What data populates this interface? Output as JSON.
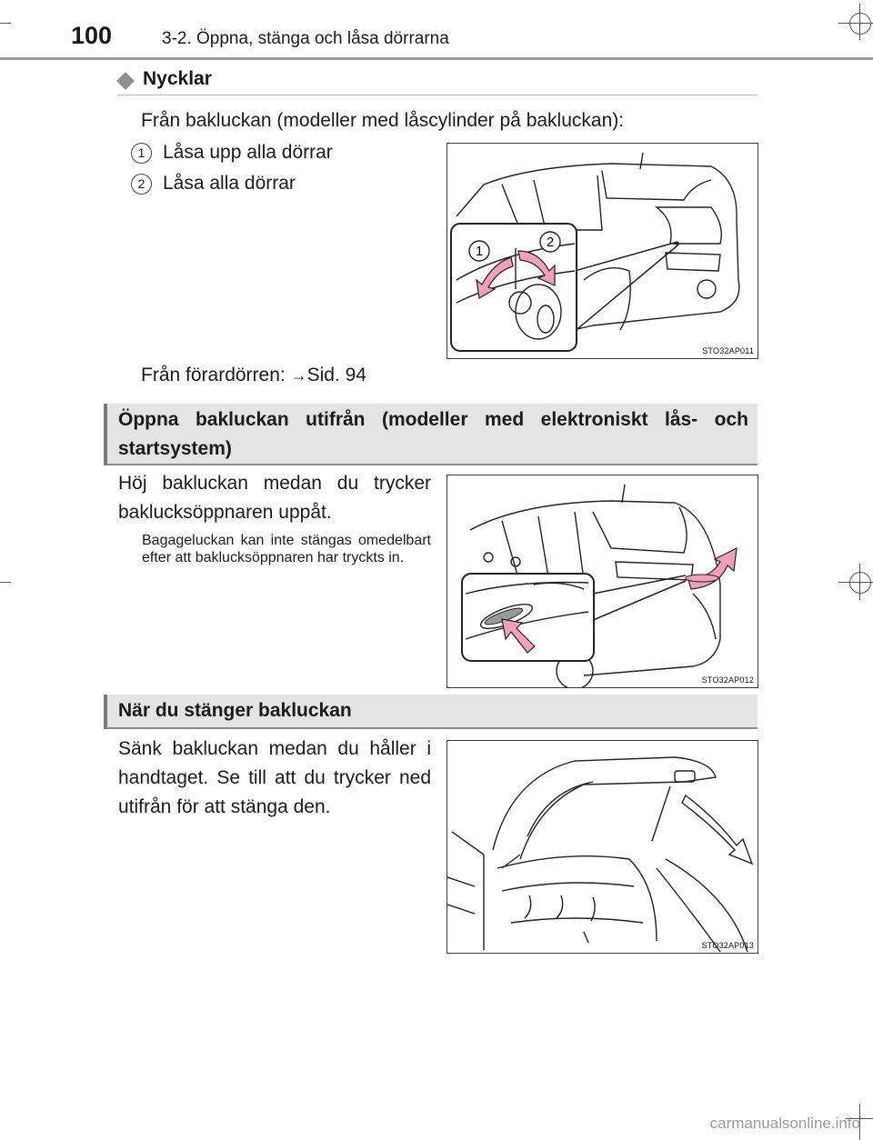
{
  "header": {
    "page_number": "100",
    "chapter": "3-2. Öppna, stänga och låsa dörrarna"
  },
  "keys_section": {
    "title": "Nycklar",
    "intro": "Från bakluckan (modeller med låscylinder på bakluckan):",
    "items": [
      {
        "number": "1",
        "text": "Låsa upp alla dörrar"
      },
      {
        "number": "2",
        "text": "Låsa alla dörrar"
      }
    ],
    "figure_code": "STO32AP011",
    "figure_callouts": [
      "1",
      "2"
    ],
    "driver_door_prefix": "Från förardörren: ",
    "driver_door_arrow": "→",
    "driver_door_ref": "Sid. 94"
  },
  "open_section": {
    "title": "Öppna bakluckan utifrån (modeller med elektroniskt lås- och startsystem)",
    "text": "Höj bakluckan medan du trycker baklucksöppnaren uppåt.",
    "note": "Bagageluckan kan inte stängas omedelbart efter att baklucksöpp­naren har tryckts in.",
    "figure_code": "STO32AP012"
  },
  "close_section": {
    "title": "När du stänger bakluckan",
    "text": "Sänk bakluckan medan du håller i handtaget. Se till att du trycker ned utifrån för att stänga den.",
    "figure_code": "STO32AP013"
  },
  "footer": {
    "watermark": "carmanualsonline.info"
  },
  "colors": {
    "section_box": "#e4e4e4",
    "arrow_pink": "#f2a0b8"
  }
}
